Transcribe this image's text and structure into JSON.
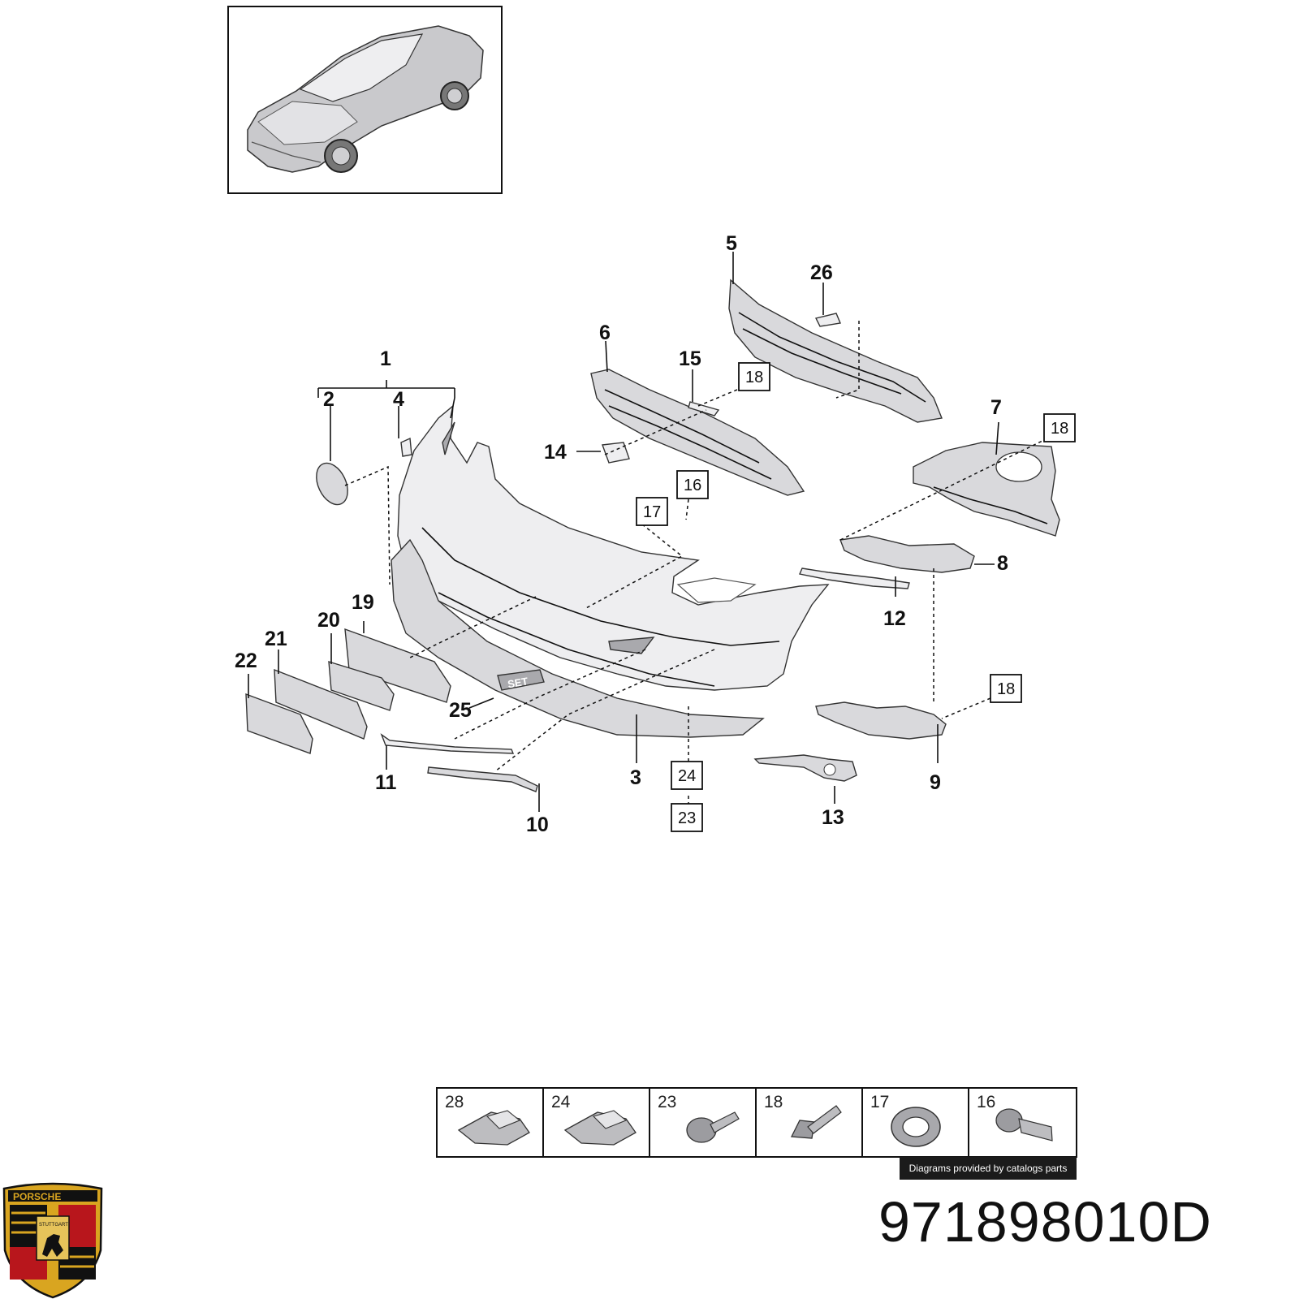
{
  "callouts": {
    "n1": "1",
    "n2": "2",
    "n3": "3",
    "n4": "4",
    "n5": "5",
    "n6": "6",
    "n7": "7",
    "n8": "8",
    "n9": "9",
    "n10": "10",
    "n11": "11",
    "n12": "12",
    "n13": "13",
    "n14": "14",
    "n15": "15",
    "n19": "19",
    "n20": "20",
    "n21": "21",
    "n22": "22",
    "n25": "25",
    "n26": "26"
  },
  "boxed_callouts": {
    "b18a": "18",
    "b18b": "18",
    "b18c": "18",
    "b16": "16",
    "b17": "17",
    "b24": "24",
    "b23": "23"
  },
  "emblem_text": "SET",
  "fasteners": [
    {
      "number": "28",
      "icon": "clip-icon"
    },
    {
      "number": "24",
      "icon": "clip-icon"
    },
    {
      "number": "23",
      "icon": "screw-icon"
    },
    {
      "number": "18",
      "icon": "bolt-icon"
    },
    {
      "number": "17",
      "icon": "nut-ring-icon"
    },
    {
      "number": "16",
      "icon": "sensor-icon"
    }
  ],
  "credit_text": "Diagrams provided by catalogs parts",
  "part_number": "971898010D",
  "logo": {
    "icon": "porsche-crest-icon",
    "text": "PORSCHE",
    "subtext": "STUTTGART"
  },
  "colors": {
    "line": "#111111",
    "part_fill": "#d9d9dc",
    "crest_gold": "#d9a520",
    "crest_red": "#b8161c",
    "crest_black": "#111111"
  }
}
